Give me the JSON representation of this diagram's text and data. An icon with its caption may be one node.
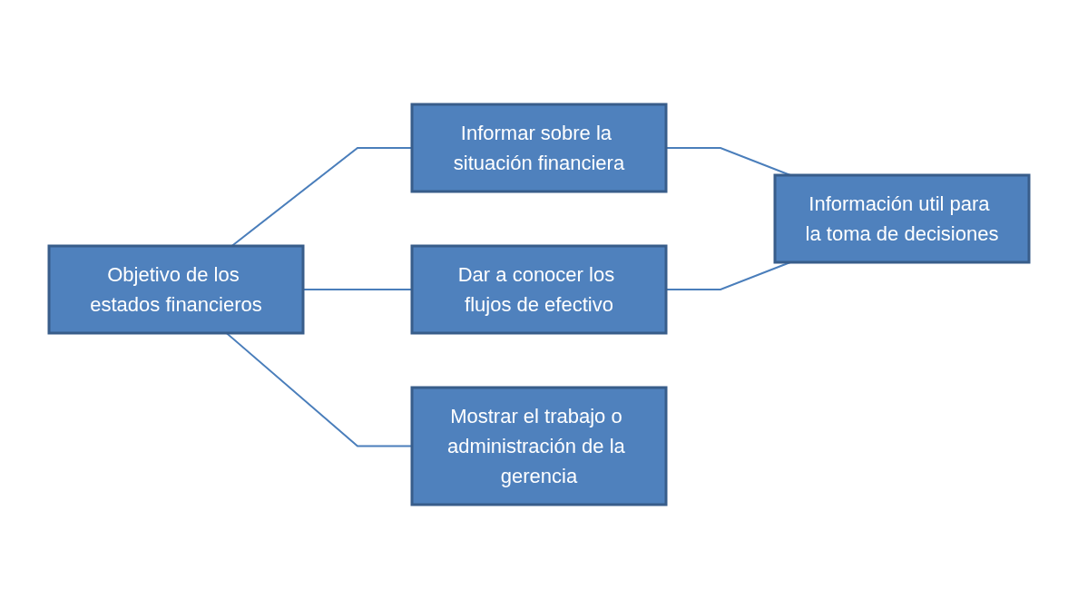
{
  "diagram": {
    "nodes": [
      {
        "text": [
          "Objetivo de los estados financieros"
        ]
      },
      {
        "text": [
          "Informar sobre la situación financiera"
        ]
      },
      {
        "text": [
          "Dar a conocer los flujos de efectivo"
        ]
      },
      {
        "text": [
          "Información util para la toma de decisiones"
        ]
      },
      {
        "text": [
          "Mostrar el trabajo o administración de la gerencia"
        ]
      }
    ],
    "edges": [
      {
        "from": 0,
        "to": 1,
        "arrow": "none"
      },
      {
        "from": 0,
        "to": 2,
        "arrow": "none"
      },
      {
        "from": 1,
        "to": 3,
        "arrow": "none"
      },
      {
        "from": 2,
        "to": 3,
        "arrow": "none"
      },
      {
        "from": 0,
        "to": 4,
        "arrow": "none"
      }
    ]
  }
}
